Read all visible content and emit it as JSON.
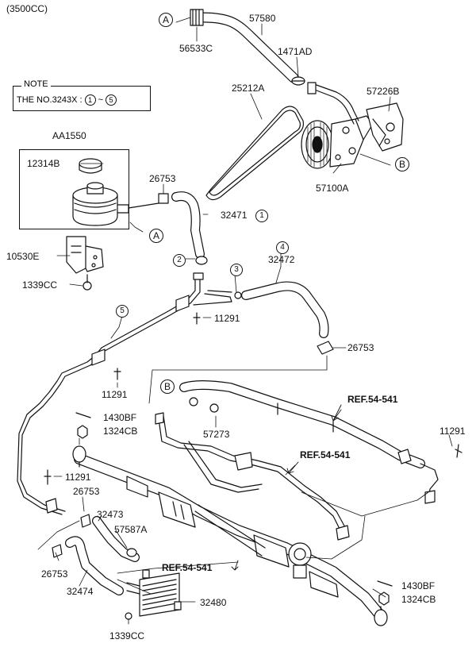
{
  "header": {
    "engine": "(3500CC)"
  },
  "note": {
    "title": "NOTE",
    "text_prefix": "THE NO.3243X :",
    "range_from": "1",
    "range_sep": "~",
    "range_to": "5"
  },
  "connectors": {
    "a": "A",
    "b": "B"
  },
  "circled": {
    "n1": "1",
    "n2": "2",
    "n3": "3",
    "n4": "4",
    "n5": "5"
  },
  "labels": {
    "p57580": "57580",
    "p56533c": "56533C",
    "p1471ad": "1471AD",
    "p25212a": "25212A",
    "p57226b": "57226B",
    "p57100a": "57100A",
    "aa1550": "AA1550",
    "p12314b": "12314B",
    "p26753_top": "26753",
    "p32471": "32471",
    "p10530e": "10530E",
    "p1339cc_top": "1339CC",
    "p32472": "32472",
    "p26753_mid": "26753",
    "p11291_a": "11291",
    "p11291_b": "11291",
    "p57273": "57273",
    "p1430bf_l": "1430BF",
    "p1324cb_l": "1324CB",
    "p11291_c": "11291",
    "p26753_low": "26753",
    "p32473": "32473",
    "p57587a": "57587A",
    "p26753_bot": "26753",
    "p32474": "32474",
    "p32480": "32480",
    "p1339cc_bot": "1339CC",
    "p11291_r": "11291",
    "p1430bf_r": "1430BF",
    "p1324cb_r": "1324CB"
  },
  "refs": {
    "r1": "REF.54-541",
    "r2": "REF.54-541",
    "r3": "REF.54-541"
  }
}
